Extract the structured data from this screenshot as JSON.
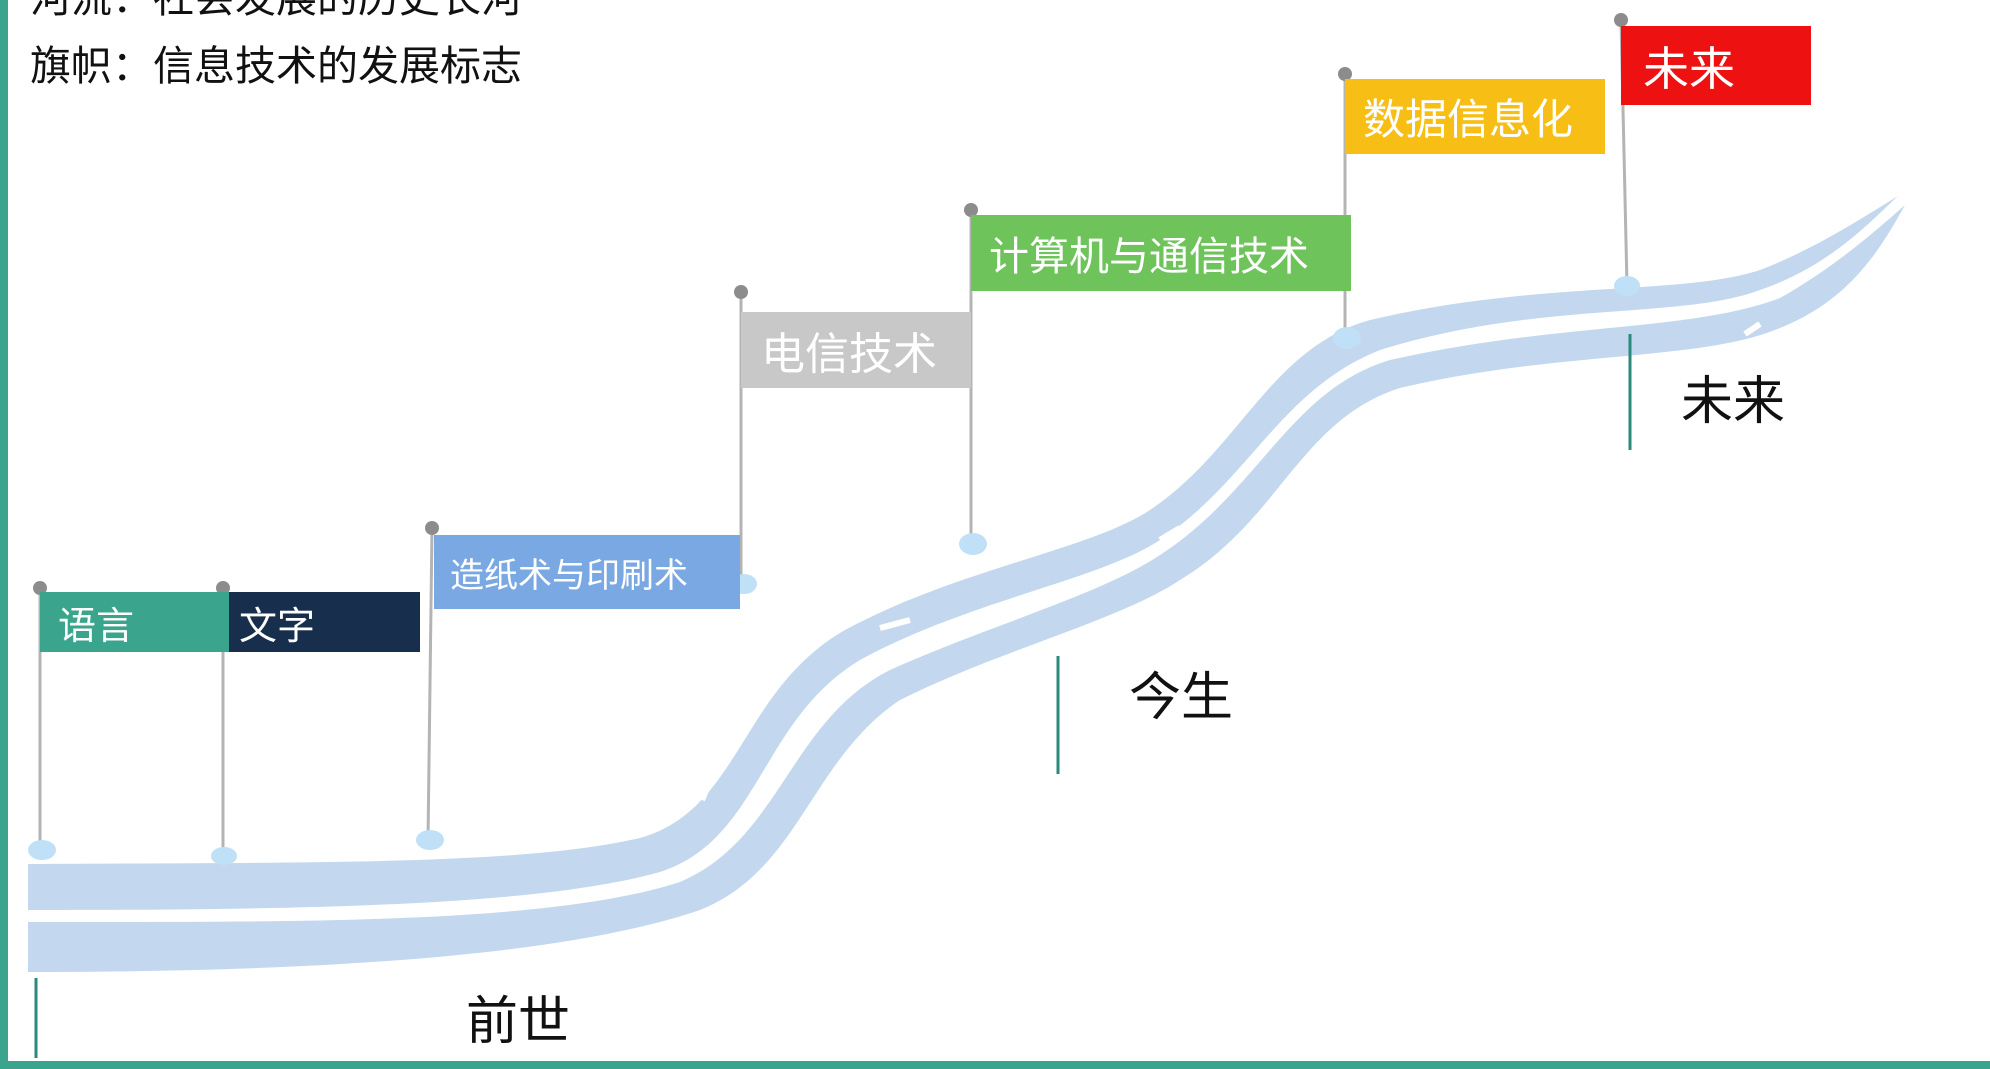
{
  "legend": {
    "river": "河流：社会发展的历史长河",
    "flag": "旗帜：信息技术的发展标志"
  },
  "flags": [
    {
      "id": "language",
      "label": "语言",
      "color": "#3aa58c"
    },
    {
      "id": "writing",
      "label": "文字",
      "color": "#172e4d"
    },
    {
      "id": "paper",
      "label": "造纸术与印刷术",
      "color": "#7aa8e3"
    },
    {
      "id": "telecom",
      "label": "电信技术",
      "color": "#c8c8c8"
    },
    {
      "id": "computer",
      "label": "计算机与通信技术",
      "color": "#6ec35b"
    },
    {
      "id": "data",
      "label": "数据信息化",
      "color": "#f7bf16"
    },
    {
      "id": "future",
      "label": "未来",
      "color": "#ee1111"
    }
  ],
  "eras": {
    "past": "前世",
    "present": "今生",
    "future": "未来"
  },
  "colors": {
    "river": "#c3d8ee",
    "pole": "#b4b4b4",
    "pole_top": "#8c8c8c",
    "pole_base": "#bfe0f6",
    "era_marker": "#2a8a7c",
    "border": "#3aa58c"
  }
}
